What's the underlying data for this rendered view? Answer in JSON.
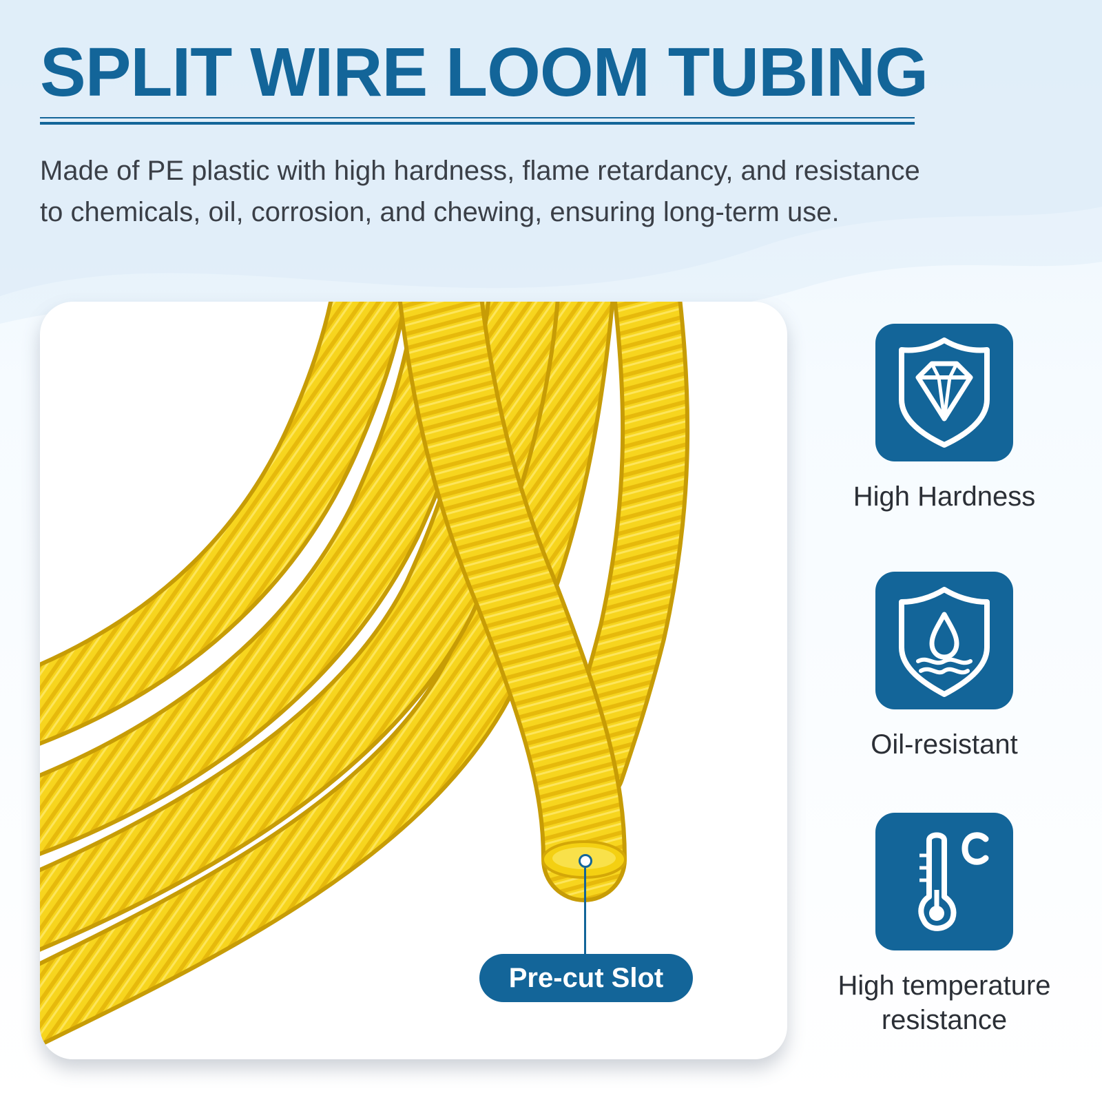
{
  "header": {
    "title": "SPLIT WIRE LOOM TUBING",
    "description": "Made of PE plastic with high hardness, flame retardancy, and resistance to chemicals, oil, corrosion, and chewing, ensuring long-term use."
  },
  "product": {
    "callout_label": "Pre-cut Slot"
  },
  "features": [
    {
      "icon": "diamond-shield-icon",
      "label": "High Hardness"
    },
    {
      "icon": "oil-drop-shield-icon",
      "label": "Oil-resistant"
    },
    {
      "icon": "thermometer-icon",
      "label": "High temperature resistance"
    }
  ],
  "colors": {
    "brand_blue": "#136599",
    "tube_yellow": "#f7d51e",
    "text_dark": "#3a3f47"
  }
}
